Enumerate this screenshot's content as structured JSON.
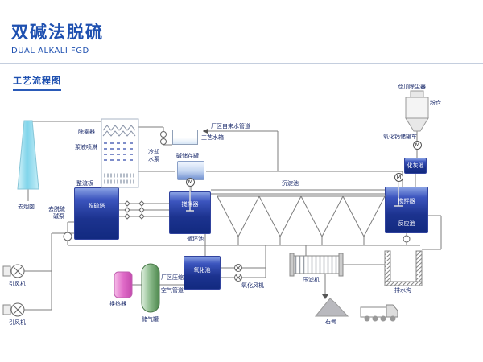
{
  "header": {
    "title": "双碱法脱硫",
    "subtitle": "DUAL ALKALI FGD",
    "section_title": "工艺流程图"
  },
  "labels": {
    "demister": "除雾器",
    "slurry_spray": "浆液喷淋",
    "rectifier_plate": "整流板",
    "tower": "脱硫塔",
    "to_chimney": "去烟囱",
    "to_pump_1": "去脱硫",
    "to_pump_2": "碱泵",
    "process_water_tank": "工艺水箱",
    "tap_water_pipe": "厂区自来水管道",
    "cooling_1": "冷却",
    "cooling_2": "水泵",
    "alkali_storage_tank": "碱储存罐",
    "sedimentation_pool": "沉淀池",
    "agitator": "搅拌器",
    "circulation_pool": "循环池",
    "reaction_pool": "反应池",
    "oxidation_pool": "氧化池",
    "oxidation_fan": "氧化风机",
    "filter_press": "压滤机",
    "drain_ditch": "排水沟",
    "gypsum": "石膏",
    "silo_dust_collector": "仓顶除尘器",
    "powder_silo": "粉仓",
    "lime_tank_truck": "氧化钙储罐车",
    "slaking_pool": "化灰池",
    "id_fan": "引风机",
    "heat_exchanger": "换热器",
    "gas_holder": "储气罐",
    "compressed_air_1": "厂区压缩",
    "compressed_air_2": "空气管道",
    "motor": "M"
  },
  "colors": {
    "accent_blue": "#1e50b0",
    "tank_blue": "#1c338f",
    "chimney_cyan": "#7fd4ea",
    "heat_exchanger_pink": "#d153bd",
    "gas_holder_green": "#5f9e5f",
    "pipe_gray": "#7d7d7d",
    "gypsum_gray": "#b9b9be"
  }
}
